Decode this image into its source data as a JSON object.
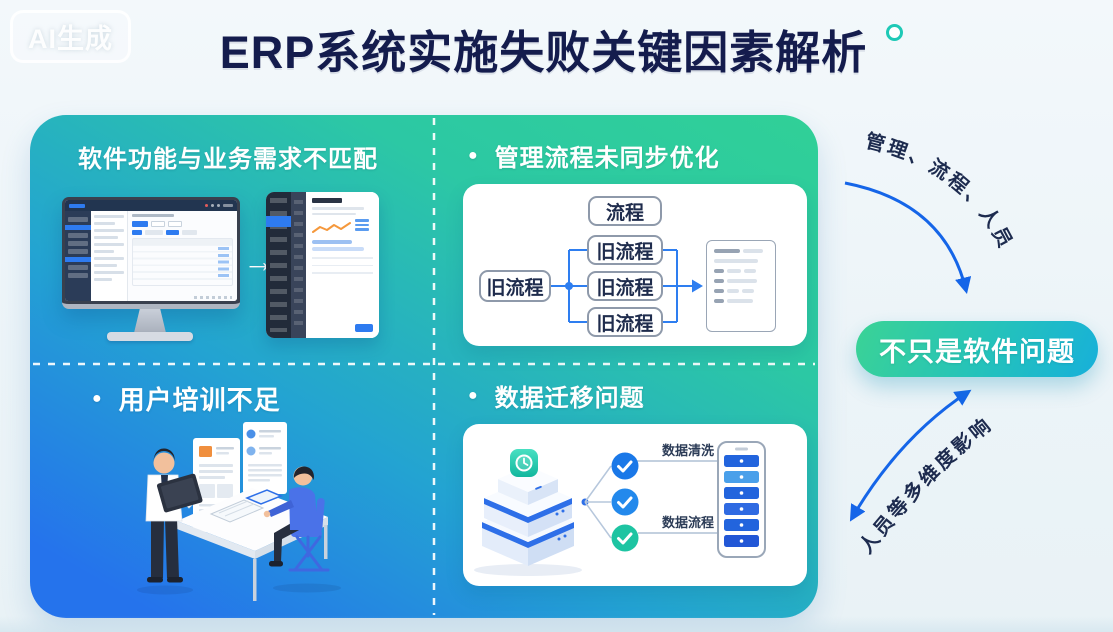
{
  "badge": {
    "label": "AI生成"
  },
  "header": {
    "title": "ERP系统实施失败关键因素解析"
  },
  "icons": {
    "bullet": "●",
    "transition_arrow": "→"
  },
  "quadrants": {
    "software_mismatch": {
      "title": "软件功能与业务需求不匹配"
    },
    "process_not_optimized": {
      "title": "管理流程未同步优化",
      "flowchart": {
        "standalone_box": "流程",
        "source_box": "旧流程",
        "branch_boxes": [
          "旧流程",
          "旧流程",
          "旧流程"
        ]
      }
    },
    "user_training": {
      "title": "用户培训不足"
    },
    "data_migration": {
      "title": "数据迁移问题",
      "check_labels": {
        "top": "数据清洗",
        "bottom": "数据流程"
      }
    }
  },
  "right_panel": {
    "top_arrow_label": "管理、流程、人员",
    "bottom_arrow_label": "人员等多维度影响",
    "conclusion": "不只是软件问题"
  },
  "colors": {
    "title_text": "#141c4d",
    "panel_green": "#30d097",
    "panel_blue": "#2573ec",
    "arrow_blue": "#1565e8",
    "flow_line_blue": "#2e7ef0",
    "check_blue": "#1a78e8",
    "check_teal": "#1dc4a2",
    "conclusion_start": "#3bd395",
    "conclusion_end": "#17b0da"
  }
}
